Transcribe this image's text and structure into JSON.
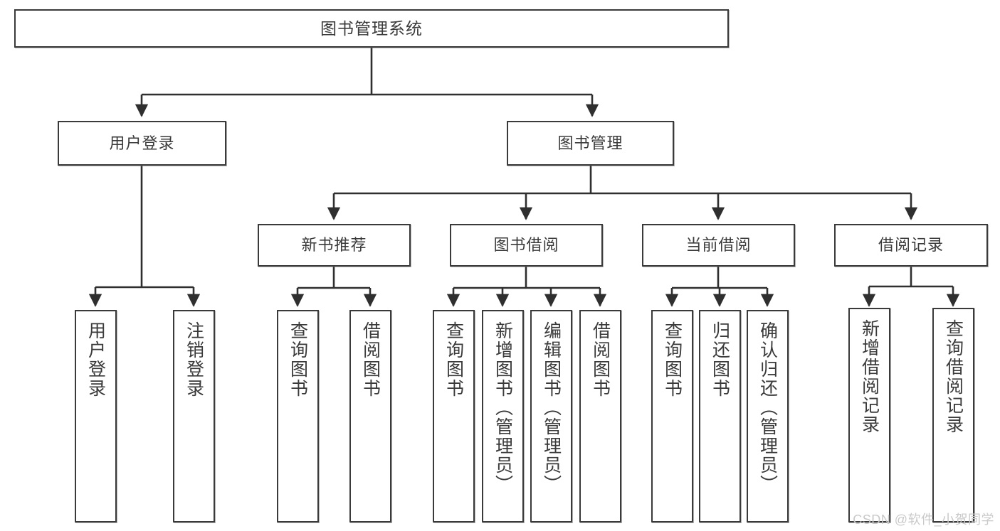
{
  "diagram": {
    "title_node": {
      "label": "图书管理系统"
    },
    "level2": [
      {
        "id": "user-login",
        "label": "用户登录"
      },
      {
        "id": "book-manage",
        "label": "图书管理"
      }
    ],
    "level3": [
      {
        "id": "new-book-recommend",
        "label": "新书推荐"
      },
      {
        "id": "book-borrow",
        "label": "图书借阅"
      },
      {
        "id": "current-borrow",
        "label": "当前借阅"
      },
      {
        "id": "borrow-record",
        "label": "借阅记录"
      }
    ],
    "leaves": {
      "user_login": [
        {
          "id": "leaf-user-login",
          "label": "用户登录"
        },
        {
          "id": "leaf-logout-login",
          "label": "注销登录"
        }
      ],
      "new_book_recommend": [
        {
          "id": "leaf-query-book-1",
          "label": "查询图书"
        },
        {
          "id": "leaf-borrow-book-1",
          "label": "借阅图书"
        }
      ],
      "book_borrow": [
        {
          "id": "leaf-query-book-2",
          "label": "查询图书"
        },
        {
          "id": "leaf-add-book",
          "label": "新增图书（管理员）"
        },
        {
          "id": "leaf-edit-book",
          "label": "编辑图书（管理员）"
        },
        {
          "id": "leaf-borrow-book-2",
          "label": "借阅图书"
        }
      ],
      "current_borrow": [
        {
          "id": "leaf-query-book-3",
          "label": "查询图书"
        },
        {
          "id": "leaf-return-book",
          "label": "归还图书"
        },
        {
          "id": "leaf-confirm-return",
          "label": "确认归还（管理员）"
        }
      ],
      "borrow_record": [
        {
          "id": "leaf-add-borrow-record",
          "label": "新增借阅记录"
        },
        {
          "id": "leaf-query-borrow-record",
          "label": "查询借阅记录"
        }
      ]
    }
  },
  "watermark": {
    "text": "CSDN @软件_小贺同学"
  },
  "colors": {
    "box_border": "#3a3a3a",
    "text": "#3a3a3a",
    "line": "#2f2f2f",
    "background": "#ffffff",
    "watermark": "#c9c9c9"
  }
}
